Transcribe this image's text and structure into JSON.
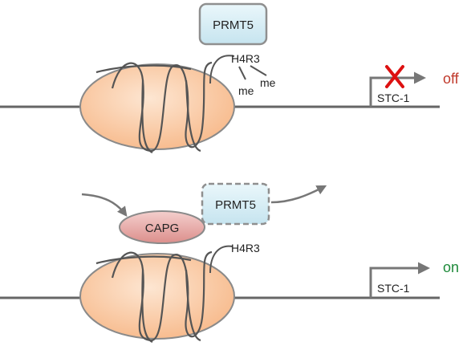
{
  "top_panel": {
    "prmt5_label": "PRMT5",
    "histone_mark_label": "H4R3",
    "methyl_label_1": "me",
    "methyl_label_2": "me",
    "gene_label": "STC-1",
    "status_label": "off",
    "status_color": "#c0392b",
    "blocked_marker": "red-x-icon"
  },
  "bottom_panel": {
    "capg_label": "CAPG",
    "prmt5_label": "PRMT5",
    "histone_mark_label": "H4R3",
    "gene_label": "STC-1",
    "status_label": "on",
    "status_color": "#1e8a3a"
  },
  "colors": {
    "nucleosome_fill": "#fbd0ad",
    "prmt5_fill": "#d5edf5",
    "capg_fill": "#e8a7a5",
    "line": "#666666",
    "blocked_x": "#dd1111"
  }
}
